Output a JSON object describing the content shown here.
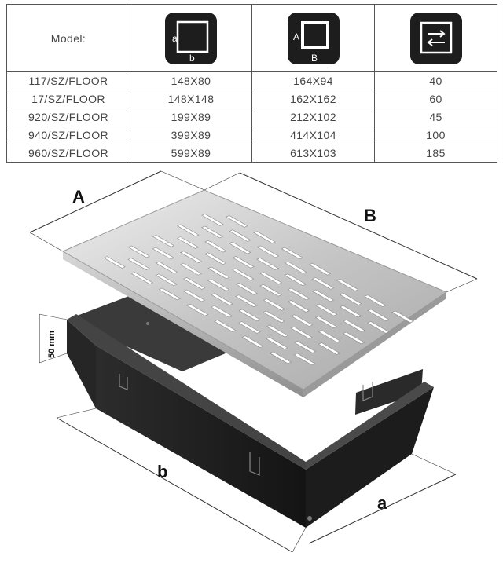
{
  "table": {
    "model_label": "Model:",
    "icons": [
      {
        "name": "inner-size-icon",
        "letter_side": "a",
        "letter_bottom": "b"
      },
      {
        "name": "outer-size-icon",
        "letter_side": "A",
        "letter_bottom": "B"
      },
      {
        "name": "ventilation-flow-icon"
      }
    ],
    "rows": [
      {
        "model": "117/SZ/FLOOR",
        "inner": "148X80",
        "outer": "164X94",
        "flow": "40"
      },
      {
        "model": "17/SZ/FLOOR",
        "inner": "148X148",
        "outer": "162X162",
        "flow": "60"
      },
      {
        "model": "920/SZ/FLOOR",
        "inner": "199X89",
        "outer": "212X102",
        "flow": "45"
      },
      {
        "model": "940/SZ/FLOOR",
        "inner": "399X89",
        "outer": "414X104",
        "flow": "100"
      },
      {
        "model": "960/SZ/FLOOR",
        "inner": "599X89",
        "outer": "613X103",
        "flow": "185"
      }
    ]
  },
  "drawing": {
    "label_A": "A",
    "label_B": "B",
    "label_a": "a",
    "label_b": "b",
    "label_height": "50 mm"
  }
}
